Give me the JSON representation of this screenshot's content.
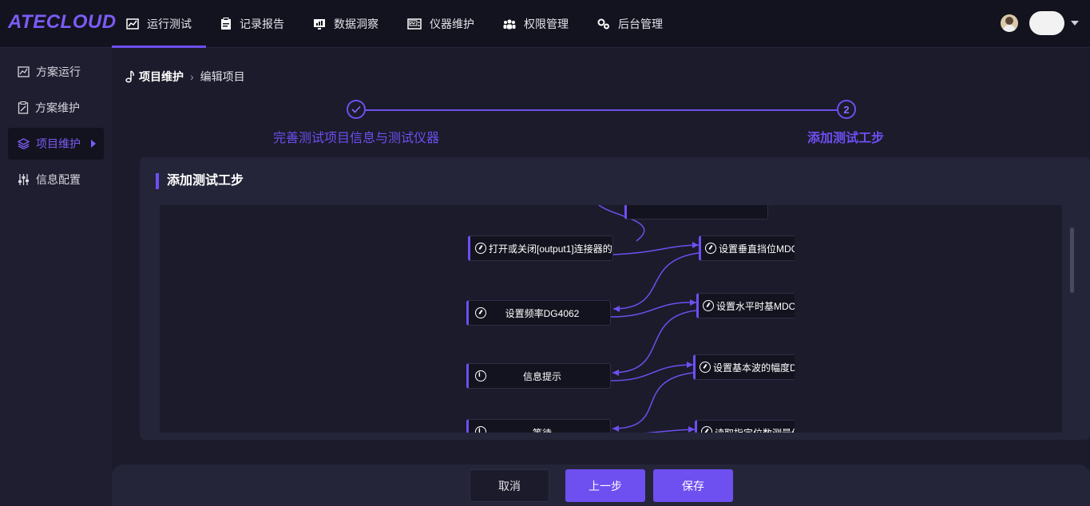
{
  "app": {
    "logo": "ATECLOUD"
  },
  "nav": [
    {
      "label": "运行测试",
      "icon": "chart-icon",
      "active": true
    },
    {
      "label": "记录报告",
      "icon": "clipboard-icon"
    },
    {
      "label": "数据洞察",
      "icon": "monitor-chart-icon"
    },
    {
      "label": "仪器维护",
      "icon": "instrument-icon"
    },
    {
      "label": "权限管理",
      "icon": "users-icon"
    },
    {
      "label": "后台管理",
      "icon": "gears-icon"
    }
  ],
  "sidebar": {
    "items": [
      {
        "label": "方案运行",
        "icon": "line-chart-icon"
      },
      {
        "label": "方案维护",
        "icon": "clipboard-edit-icon"
      },
      {
        "label": "项目维护",
        "icon": "layers-icon",
        "active": true
      },
      {
        "label": "信息配置",
        "icon": "sliders-icon"
      }
    ]
  },
  "breadcrumb": {
    "root": "项目维护",
    "current": "编辑项目"
  },
  "steps": [
    {
      "label": "完善测试项目信息与测试仪器",
      "status": "done"
    },
    {
      "label": "添加测试工步",
      "number": "2",
      "status": "active"
    }
  ],
  "panel": {
    "title": "添加测试工步"
  },
  "flow": {
    "nodes": [
      {
        "id": "n1",
        "label": "打开或关闭[output1]连接器的",
        "icon": "gauge-icon"
      },
      {
        "id": "n2",
        "label": "设置频率DG4062",
        "icon": "gauge-icon"
      },
      {
        "id": "n3",
        "label": "信息提示",
        "icon": "info-icon"
      },
      {
        "id": "n4",
        "label": "等待",
        "icon": "info-icon"
      },
      {
        "id": "r1",
        "label": "设置垂直挡位MDC",
        "icon": "gauge-icon"
      },
      {
        "id": "r2",
        "label": "设置水平时基MDC",
        "icon": "gauge-icon"
      },
      {
        "id": "r3",
        "label": "设置基本波的幅度D",
        "icon": "gauge-icon"
      },
      {
        "id": "r4",
        "label": "读取指定位数测量值",
        "icon": "gauge-icon"
      }
    ]
  },
  "footer": {
    "cancel": "取消",
    "prev": "上一步",
    "save": "保存"
  },
  "colors": {
    "accent": "#6e4ff0",
    "background": "#1b1b2b",
    "panel": "#252539"
  }
}
